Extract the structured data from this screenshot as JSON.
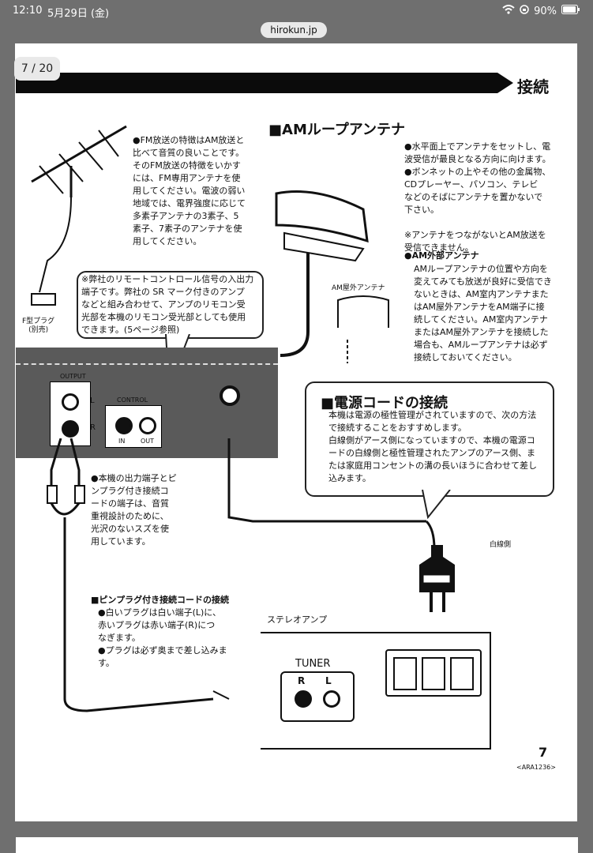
{
  "status": {
    "time": "12:10",
    "date": "5月29日 (金)",
    "battery": "90%"
  },
  "browser": {
    "url": "hirokun.jp",
    "page_indicator": "7 / 20"
  },
  "doc": {
    "section_connect": "接続",
    "fm_note": "●FM放送の特徴はAM放送と\n比べて音質の良いことです。\nそのFM放送の特徴をいかす\nには、FM専用アンテナを使\n用してください。電波の弱い\n地域では、電界強度に応じて\n多素子アンテナの3素子、5\n素子、7素子のアンテナを使\n用してください。",
    "f_plug": "F型プラグ\n(別売)",
    "remote_note": "※弊社のリモートコントロール信号の入出力\n端子です。弊社の SR マーク付きのアンプ\nなどと組み合わせて、アンプのリモコン受\n光部を本機のリモコン受光部としても使用\nできます。(5ページ参照)",
    "am_title": "■AMループアンテナ",
    "am_notes": "●水平面上でアンテナをセットし、電\n波受信が最良となる方向に向けます。\n●ボンネットの上やその他の金属物、\nCDプレーヤー、パソコン、テレビ\nなどのそばにアンテナを置かないで\n下さい。\n\n※アンテナをつながないとAM放送を\n受信できません。",
    "am_ext_title": "●AM外部アンテナ",
    "am_ext_text": "AMループアンテナの位置や方向を\n変えてみても放送が良好に受信でき\nないときは、AM室内アンテナまた\nはAM屋外アンテナをAM端子に接\n続してください。AM室内アンテナ\nまたはAM屋外アンテナを接続した\n場合も、AMループアンテナは必ず\n接続しておいてください。",
    "am_outdoor_label": "AM屋外アンテナ",
    "power_title": "■電源コードの接続",
    "power_text": "本機は電源の極性管理がされていますので、次の方法\nで接続することをおすすめします。\n白線側がアース側になっていますので、本機の電源コ\nードの白線側と極性管理されたアンプのアース側、ま\nたは家庭用コンセントの溝の長いほうに合わせて差し\n込みます。",
    "white_line": "白線側",
    "output_label": "OUTPUT",
    "control_label": "CONTROL",
    "in_label": "IN",
    "out_label": "OUT",
    "L": "L",
    "R": "R",
    "pin_note": "●本機の出力端子とピ\nンプラグ付き接続コ\nードの端子は、音質\n重視設計のために、\n光沢のないスズを使\n用しています。",
    "pin_title": "■ピンプラグ付き接続コードの接続",
    "pin_text": "●白いプラグは白い端子(L)に、\n赤いプラグは赤い端子(R)につ\nなぎます。\n●プラグは必ず奥まで差し込みま\nす。",
    "stereo_amp": "ステレオアンプ",
    "tuner": "TUNER",
    "page_number": "7",
    "code": "<ARA1236>"
  }
}
